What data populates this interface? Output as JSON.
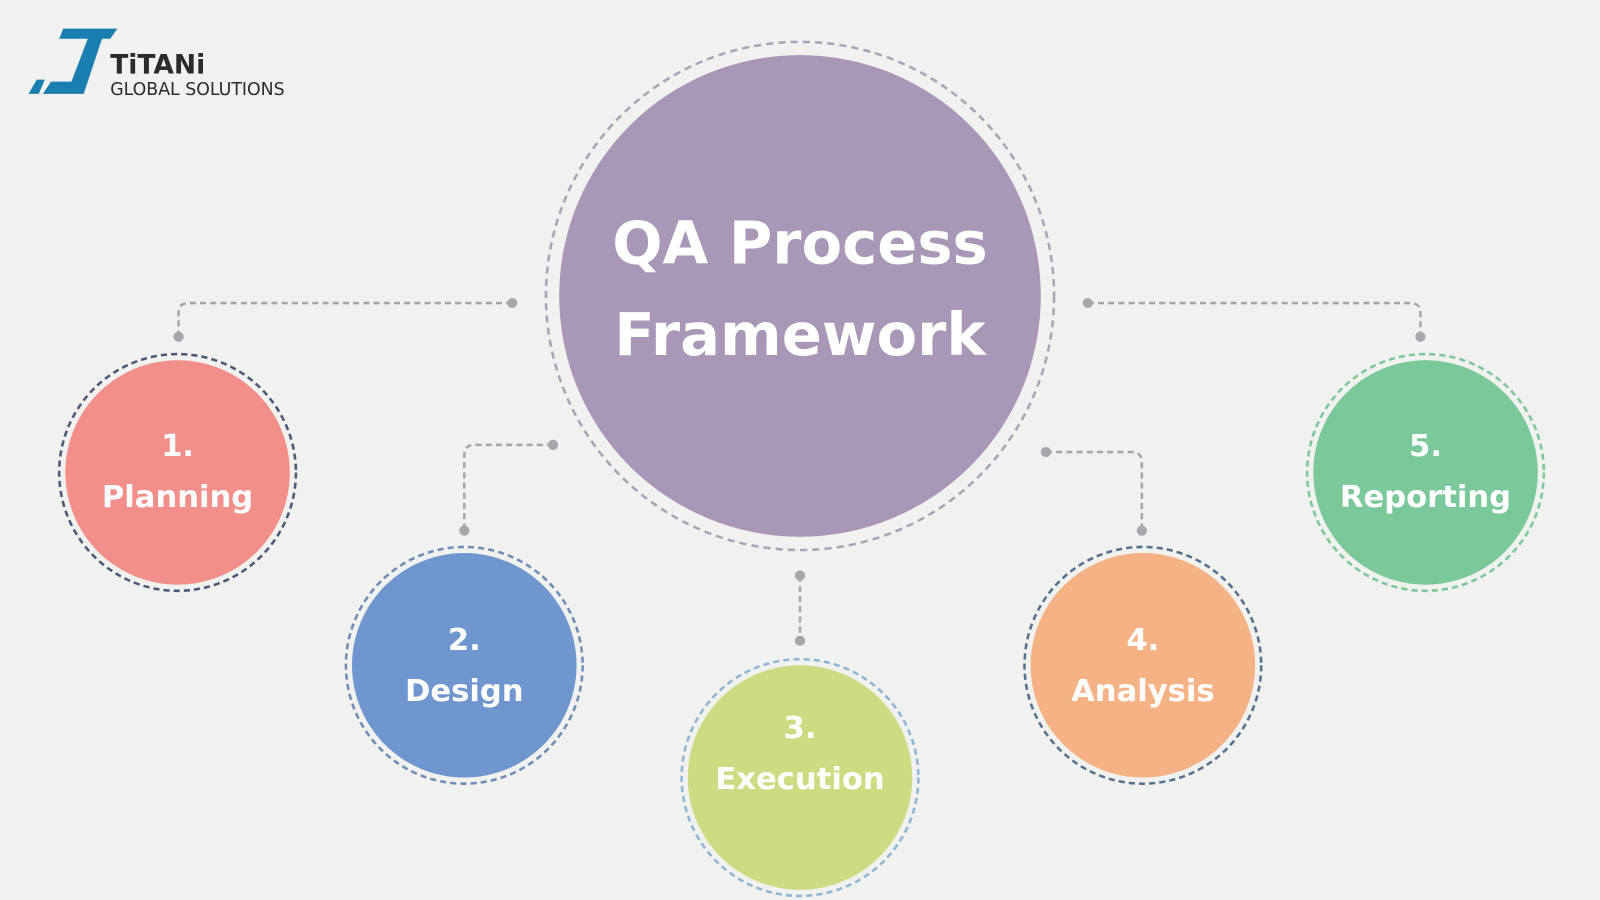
{
  "logo": {
    "name": "TiTANi",
    "tagline": "GLOBAL SOLUTIONS",
    "color": "#1a7fb0"
  },
  "center": {
    "line1": "QA Process",
    "line2": "Framework",
    "color": "#a997b8"
  },
  "steps": [
    {
      "number": "1.",
      "label": "Planning",
      "color": "#f28f8a",
      "ring": "#4c5878"
    },
    {
      "number": "2.",
      "label": "Design",
      "color": "#7096cf",
      "ring": "#6f8db8"
    },
    {
      "number": "3.",
      "label": "Execution",
      "color": "#cddc82",
      "ring": "#8fb6d6"
    },
    {
      "number": "4.",
      "label": "Analysis",
      "color": "#f5b385",
      "ring": "#56708f"
    },
    {
      "number": "5.",
      "label": "Reporting",
      "color": "#7bc89b",
      "ring": "#7bc89b"
    }
  ]
}
